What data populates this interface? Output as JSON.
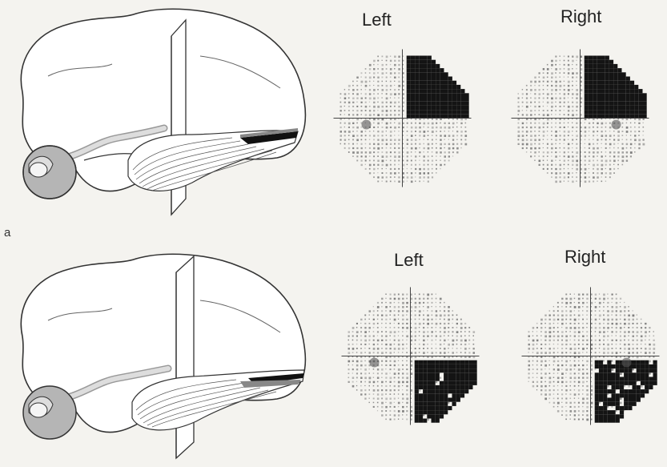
{
  "figure": {
    "panels": [
      {
        "id": "a",
        "label": "a",
        "fields": [
          {
            "eye": "Left",
            "title": "Left",
            "defect_quadrant": "upper-right",
            "defect_density": 1.0
          },
          {
            "eye": "Right",
            "title": "Right",
            "defect_quadrant": "upper-right",
            "defect_density": 1.0
          }
        ]
      },
      {
        "id": "b",
        "label": "",
        "fields": [
          {
            "eye": "Left",
            "title": "Left",
            "defect_quadrant": "lower-right",
            "defect_density": 0.95
          },
          {
            "eye": "Right",
            "title": "Right",
            "defect_quadrant": "lower-right",
            "defect_density": 0.85
          }
        ]
      }
    ],
    "colors": {
      "brain_stroke": "#333333",
      "eye_fill": "#b5b5b5",
      "defect_fill": "#141414",
      "field_dot": "#6a6a6a",
      "page_bg": "#f4f3ef"
    }
  }
}
